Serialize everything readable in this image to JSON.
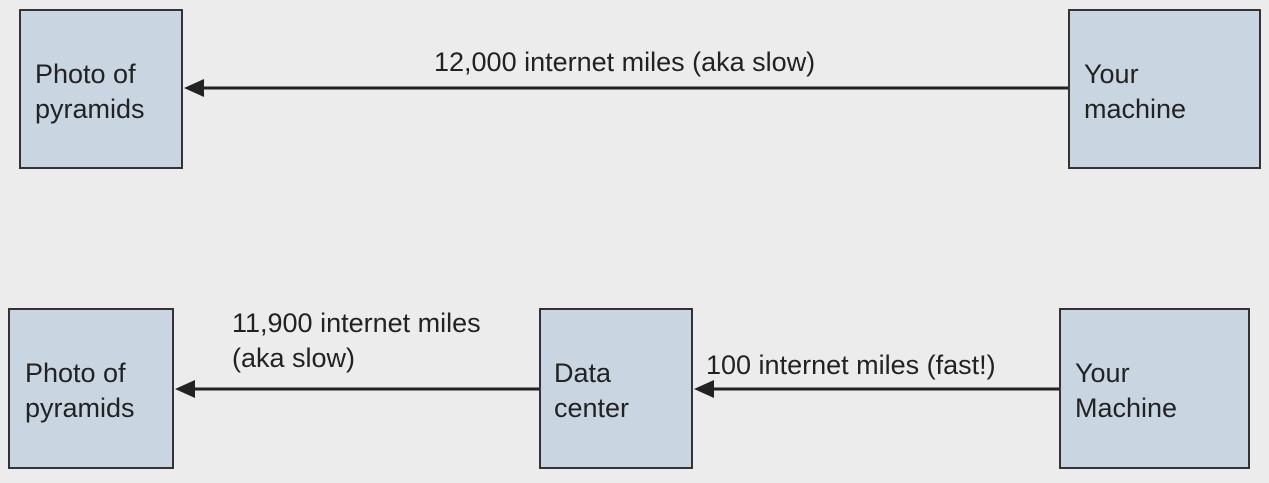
{
  "top_row": {
    "left_box": {
      "label": "Photo of\npyramids"
    },
    "right_box": {
      "label": "Your\nmachine"
    },
    "arrow_label": "12,000 internet miles (aka slow)"
  },
  "bottom_row": {
    "left_box": {
      "label": "Photo of\npyramids"
    },
    "middle_box": {
      "label": "Data\ncenter"
    },
    "right_box": {
      "label": "Your\nMachine"
    },
    "left_arrow_label_line1": "11,900 internet miles",
    "left_arrow_label_line2": "(aka slow)",
    "right_arrow_label": "100 internet miles (fast!)"
  },
  "colors": {
    "background": "#ececec",
    "box_fill": "#c9d6e2",
    "stroke": "#222222"
  }
}
